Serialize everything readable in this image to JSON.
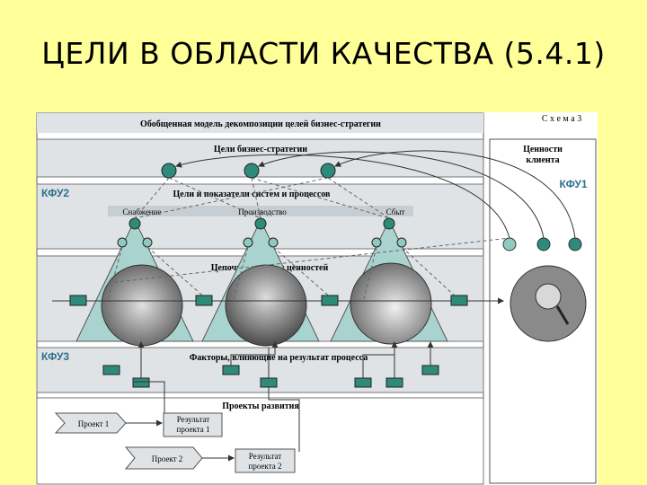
{
  "slide": {
    "title": "ЦЕЛИ В ОБЛАСТИ КАЧЕСТВА (5.4.1)"
  },
  "figure": {
    "header": "Обобщенная модель декомпозиции целей бизнес-стратегии",
    "scheme_label": "С х е м а  3",
    "band_strategy": "Цели бизнес-стратегии",
    "client_values": [
      "Ценности",
      "клиента"
    ],
    "kfu1": "КФУ1",
    "kfu2": "КФУ2",
    "kfu3": "КФУ3",
    "band_systems": "Цели и показатели систем и процессов",
    "processes": [
      "Снабжение",
      "Производство",
      "Сбыт"
    ],
    "value_chain": "Цепочка создания ценностей",
    "factors": "Факторы, влияющие на результат процесса",
    "dev_projects": "Проекты развития",
    "project1": "Проект 1",
    "result1": [
      "Результат",
      "проекта 1"
    ],
    "project2": "Проект 2",
    "result2": [
      "Результат",
      "проекта 2"
    ]
  },
  "colors": {
    "background": "#ffff99",
    "node": "#2e8b7a",
    "node_light": "#8fc9c0",
    "triangle": "#a9d3ce",
    "band": "#dfe3e6"
  }
}
